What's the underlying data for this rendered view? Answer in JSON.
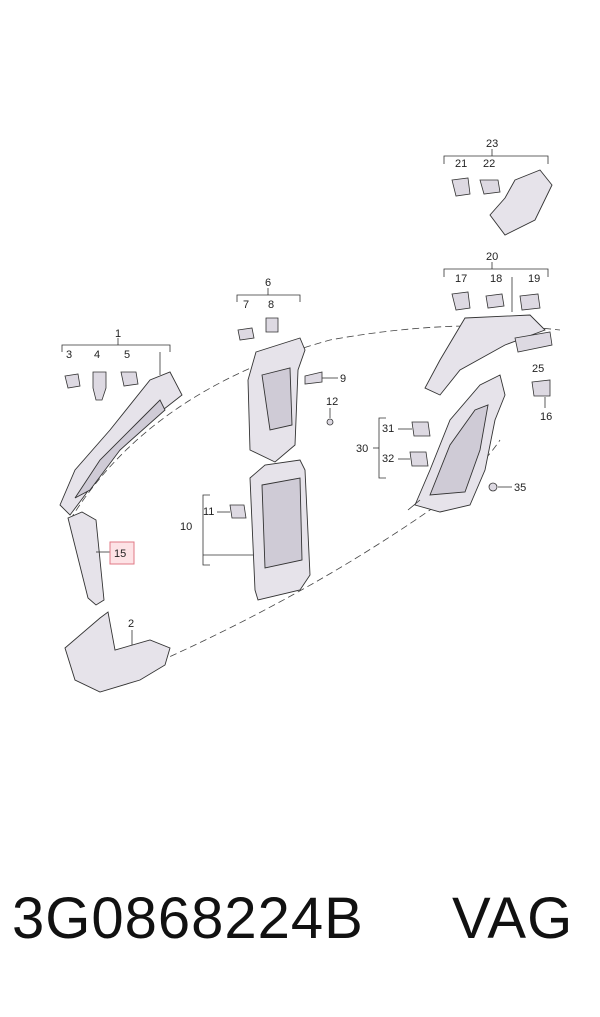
{
  "diagram": {
    "callouts": {
      "c1": "1",
      "c2": "2",
      "c3": "3",
      "c4": "4",
      "c5": "5",
      "c6": "6",
      "c7": "7",
      "c8": "8",
      "c9": "9",
      "c10": "10",
      "c11": "11",
      "c12": "12",
      "c15": "15",
      "c16": "16",
      "c17": "17",
      "c18": "18",
      "c19": "19",
      "c20": "20",
      "c21": "21",
      "c22": "22",
      "c23": "23",
      "c25": "25",
      "c30": "30",
      "c31": "31",
      "c32": "32",
      "c35": "35"
    },
    "highlighted_callout": "15"
  },
  "footer": {
    "part_number": "3G0868224B",
    "brand": "VAG"
  }
}
